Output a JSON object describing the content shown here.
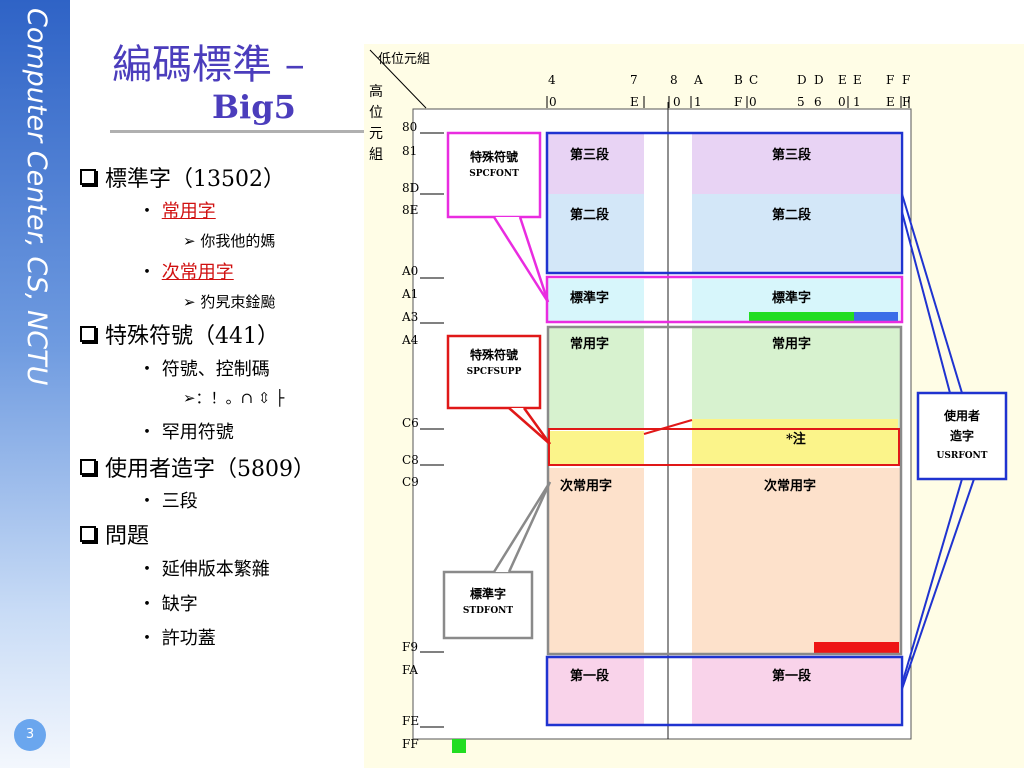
{
  "sidebar": {
    "vertical_title": "Computer Center, CS, NCTU",
    "page_number": "3"
  },
  "slide": {
    "title_line1": "編碼標準 –",
    "title_line2": "Big5"
  },
  "bullets": {
    "standard": "標準字（13502）",
    "common": "常用字",
    "common_ex": "你我他的媽",
    "less_common": "次常用字",
    "less_common_ex": "犳旯朿鍂颱",
    "special": "特殊符號（441）",
    "symbols": "符號、控制碼",
    "symbols_ex": "：！。∩ ⇳ ├",
    "rare": "罕用符號",
    "user": "使用者造字（5809）",
    "three": "三段",
    "problem": "問題",
    "ext": "延伸版本繁雜",
    "missing": "缺字",
    "name": "許功蓋"
  },
  "diagram": {
    "low_byte_label": "低位元組",
    "high_byte_label": "高位元組",
    "col_top": [
      "4",
      "7",
      "8",
      "A",
      "B",
      "C",
      "D",
      "D",
      "E",
      "E",
      "F",
      "F"
    ],
    "col_bottom": [
      "0",
      "E",
      "0",
      "1",
      "F",
      "0",
      "5",
      "6",
      "0",
      "1",
      "E",
      "F"
    ],
    "rows": [
      "80",
      "81",
      "8D",
      "8E",
      "A0",
      "A1",
      "A3",
      "A4",
      "C6",
      "C8",
      "C9",
      "F9",
      "FA",
      "FE",
      "FF"
    ],
    "zones": {
      "seg3": "第三段",
      "seg2": "第二段",
      "std": "標準字",
      "common": "常用字",
      "note": "*注",
      "less_common": "次常用字",
      "seg1": "第一段"
    },
    "callouts": {
      "spcfont_title": "特殊符號",
      "spcfont_sub": "SPCFONT",
      "spcfsupp_title": "特殊符號",
      "spcfsupp_sub": "SPCFSUPP",
      "stdfont_title": "標準字",
      "stdfont_sub": "STDFONT",
      "usrfont_line1": "使用者",
      "usrfont_line2": "造字",
      "usrfont_sub": "USRFONT"
    },
    "colors": {
      "purple": "#e8d3f4",
      "blue": "#d3e7f8",
      "cyan": "#d7f6fb",
      "green": "#d7f2cf",
      "yellow": "#fbf48a",
      "peach": "#fde1cb",
      "pink": "#f9d3ea",
      "frame_blue": "#1f33d0",
      "magenta": "#e92ce0",
      "red_box": "#e01818",
      "gray": "#8a8a8a"
    }
  }
}
